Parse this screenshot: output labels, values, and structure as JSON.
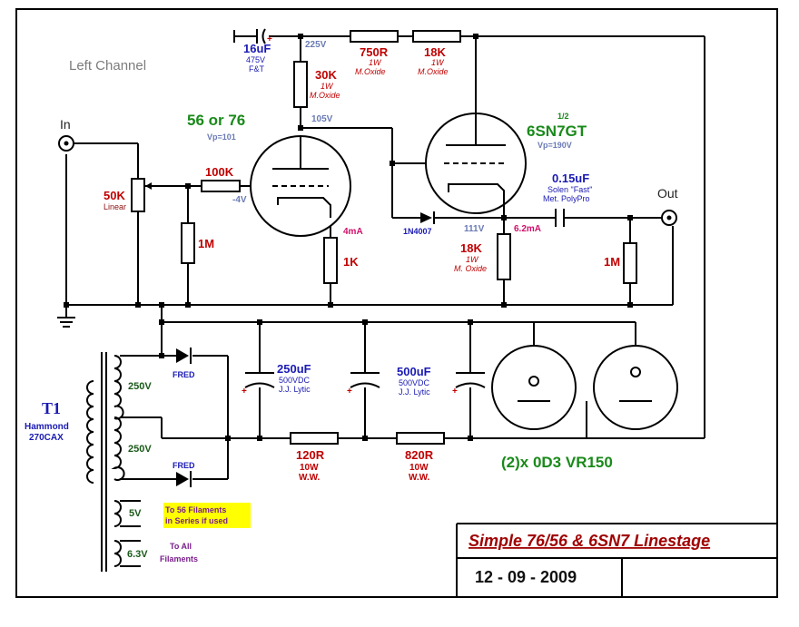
{
  "title": "Simple  76/56 & 6SN7  Linestage",
  "date": "12 - 09 - 2009",
  "channel": "Left Channel",
  "input": {
    "label": "In",
    "pot_value": "50K",
    "pot_taper": "Linear"
  },
  "output": {
    "label": "Out"
  },
  "tube1": {
    "name": "56 or 76",
    "vp": "Vp=101"
  },
  "tube2": {
    "section": "1/2",
    "name": "6SN7GT",
    "vp": "Vp=190V"
  },
  "voltages": {
    "b_plus": "225V",
    "v1_plate": "105V",
    "v2_cathode": "111V",
    "grid_bias": "-4V"
  },
  "currents": {
    "v1": "4mA",
    "v2": "6.2mA"
  },
  "components": {
    "c_supply": {
      "value": "16uF",
      "rating": "475V",
      "type": "F&T"
    },
    "r_750": {
      "value": "750R",
      "power": "1W",
      "type": "M.Oxide"
    },
    "r_18k_top": {
      "value": "18K",
      "power": "1W",
      "type": "M.Oxide"
    },
    "r_30k": {
      "value": "30K",
      "power": "1W",
      "type": "M.Oxide"
    },
    "r_100k": {
      "value": "100K"
    },
    "r_1m_grid": {
      "value": "1M"
    },
    "r_1k": {
      "value": "1K"
    },
    "diode": {
      "label": "1N4007"
    },
    "r_18k_cath": {
      "value": "18K",
      "power": "1W",
      "type": "M. Oxide"
    },
    "c_out": {
      "value": "0.15uF",
      "line1": "Solen \"Fast\"",
      "line2": "Met. PolyPro"
    },
    "r_1m_out": {
      "value": "1M"
    },
    "c_250": {
      "value": "250uF",
      "rating": "500VDC",
      "type": "J.J. Lytic"
    },
    "c_500": {
      "value": "500uF",
      "rating": "500VDC",
      "type": "J.J. Lytic"
    },
    "r_120": {
      "value": "120R",
      "power": "10W",
      "type": "W.W."
    },
    "r_820": {
      "value": "820R",
      "power": "10W",
      "type": "W.W."
    },
    "regulators": "(2)x 0D3 VR150"
  },
  "transformer": {
    "name": "T1",
    "model_l1": "Hammond",
    "model_l2": "270CAX",
    "hv1": "250V",
    "hv2": "250V",
    "fil5": "5V",
    "fil63": "6.3V",
    "diode_label": "FRED",
    "note56_l1": "To 56 Filaments",
    "note56_l2": "in Series if used",
    "noteall_l1": "To All",
    "noteall_l2": "Filaments"
  },
  "colors": {
    "red": "#c00000",
    "blue": "#1a1ab4",
    "green": "#1a8a1a",
    "purple": "#7a1e8c",
    "highlight": "#ffff00",
    "title_red": "#a00000"
  }
}
